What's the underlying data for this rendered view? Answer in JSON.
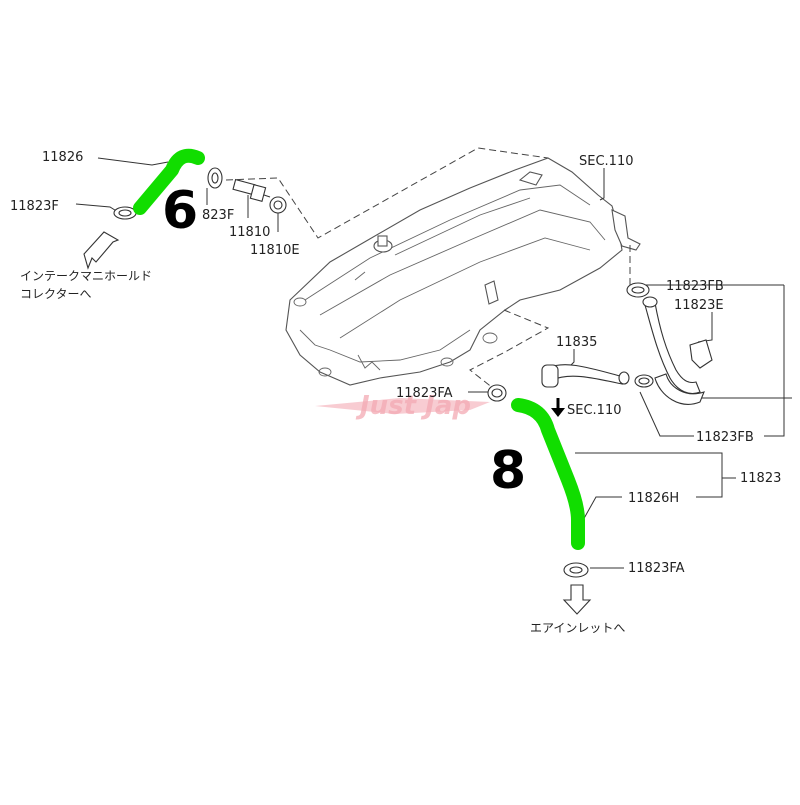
{
  "labels": {
    "p11826": "11826",
    "p11823F_left": "11823F",
    "p823F": "823F",
    "p11810": "11810",
    "p11810E": "11810E",
    "jp_intake_line1": "インテークマニホールド",
    "jp_intake_line2": "コレクターへ",
    "sec110_top": "SEC.110",
    "p11823FB_top": "11823FB",
    "p11823E": "11823E",
    "p11835": "11835",
    "p11823FA_mid": "11823FA",
    "sec110_arrow": "SEC.110",
    "p11823FB_bottom": "11823FB",
    "p11823": "11823",
    "p11826H": "11826H",
    "p11823FA_bottom": "11823FA",
    "jp_air_inlet": "エアインレットへ"
  },
  "callouts": {
    "six": "6",
    "eight": "8"
  },
  "watermark": "Just Jap",
  "colors": {
    "highlight_hose": "#11dd00",
    "watermark": "#f3aab4",
    "line": "#333333"
  }
}
